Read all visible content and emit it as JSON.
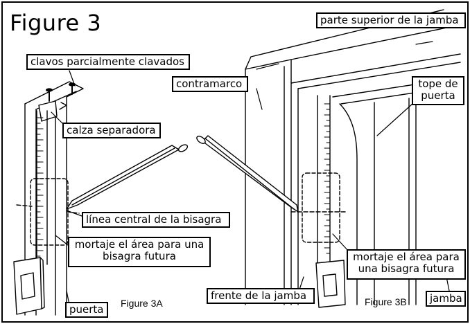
{
  "figure": {
    "title": "Figure 3",
    "captions": {
      "a": "Figure 3A",
      "b": "Figure 3B"
    },
    "labels": {
      "clavos": "clavos parcialmente clavados",
      "calza": "calza separadora",
      "linea_central": "línea central de la bisagra",
      "mortaje_a_1": "mortaje el área para una",
      "mortaje_a_2": "bisagra futura",
      "puerta": "puerta",
      "parte_superior": "parte superior de la jamba",
      "contramarco": "contramarco",
      "tope_1": "tope de",
      "tope_2": "puerta",
      "mortaje_b_1": "mortaje el área para",
      "mortaje_b_2": "una bisagra futura",
      "frente": "frente de la jamba",
      "jamba": "jamba"
    },
    "colors": {
      "ink": "#000000",
      "background": "#ffffff"
    }
  }
}
